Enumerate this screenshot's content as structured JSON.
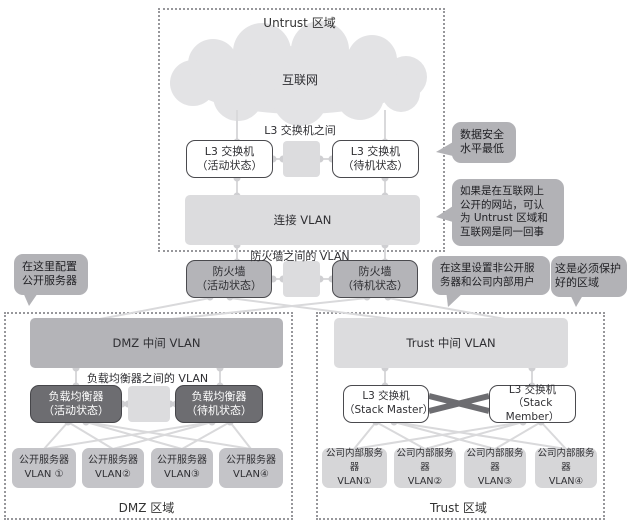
{
  "colors": {
    "zone_border": "#97979b",
    "light_vlan_box": "#dcdcde",
    "mid_gray_box": "#b4b4b8",
    "dark_box": "#6d6d71",
    "dmz_server_box": "#c4c4c8",
    "trust_server_box": "#d6d6d8",
    "connector_line": "#d9d9db",
    "junction_dot": "#cfcfd2",
    "cloud": "#e3e3e5",
    "stack_cable": "#6d6d71",
    "bubble": "#b2b2b6",
    "white_node": "#ffffff"
  },
  "untrust_zone": {
    "title": "Untrust 区域",
    "internet_label": "互联网",
    "l3_vlan_label": "L3 交换机之间",
    "l3_active": "L3 交换机\n（活动状态）",
    "l3_standby": "L3 交换机\n（待机状态）",
    "connect_vlan_label": "连接 VLAN"
  },
  "firewall_row": {
    "vlan_label": "防火墙之间的 VLAN",
    "fw_active": "防火墙\n（活动状态）",
    "fw_standby": "防火墙\n（待机状态）"
  },
  "dmz_zone": {
    "title": "DMZ 区域",
    "mid_vlan_label": "DMZ 中间 VLAN",
    "lb_vlan_label": "负载均衡器之间的 VLAN",
    "lb_active": "负载均衡器\n（活动状态）",
    "lb_standby": "负载均衡器\n（待机状态）",
    "servers": [
      "公开服务器\nVLAN ①",
      "公开服务器\nVLAN②",
      "公开服务器\nVLAN③",
      "公开服务器\nVLAN④"
    ]
  },
  "trust_zone": {
    "title": "Trust 区域",
    "mid_vlan_label": "Trust 中间 VLAN",
    "stack_master": "L3 交换机\n（Stack Master）",
    "stack_member": "L3 交换机\n（Stack Member）",
    "servers": [
      "公司内部服务器\nVLAN①",
      "公司内部服务器\nVLAN②",
      "公司内部服务器\nVLAN③",
      "公司内部服务器\nVLAN④"
    ]
  },
  "callouts": {
    "security_level": "数据安全\n水平最低",
    "untrust_note": "如果是在互联网上\n公开的网站，可认\n为 Untrust 区域和\n互联网是同一回事",
    "dmz_note": "在这里配置\n公开服务器",
    "trust_note": "在这里设置非公开服\n务器和公司内部用户",
    "protect_note": "这是必须保护\n好的区域"
  }
}
